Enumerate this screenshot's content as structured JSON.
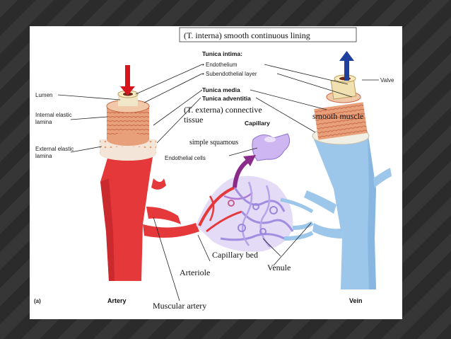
{
  "slide": {
    "background": "#2f2f2f",
    "diagram": {
      "panel_label": "(a)",
      "artery_label": "Artery",
      "vein_label": "Vein",
      "capillary_label": "Capillary",
      "tunica_intima_label": "Tunica intima:",
      "endothelium_label": "• Endothelium",
      "subendothelial_label": "• Subendothelial layer",
      "tunica_media_label": "Tunica media",
      "tunica_adventitia_label": "Tunica adventitia",
      "lumen_label": "Lumen",
      "internal_elastic_line1": "Internal elastic",
      "internal_elastic_line2": "lamina",
      "external_elastic_line1": "External elastic",
      "external_elastic_line2": "lamina",
      "valve_label": "Valve",
      "endothelial_cells_label": "Endothelial cells",
      "colors": {
        "artery": "#e5383b",
        "vein": "#9cc6ea",
        "capillary": "#b9a3e6",
        "arrow_in": "#d8141c",
        "arrow_out": "#1e3fa0"
      }
    },
    "annotations": {
      "tunica_interna": "(T. interna) smooth continuous lining",
      "tunica_externa_line1": "(T. externa) connective",
      "tunica_externa_line2": "tissue",
      "simple_squamous": "simple squamous",
      "smooth_muscle": "smooth muscle",
      "capillary_bed": "Capillary bed",
      "arteriole": "Arteriole",
      "venule": "Venule",
      "muscular_artery": "Muscular artery"
    }
  }
}
